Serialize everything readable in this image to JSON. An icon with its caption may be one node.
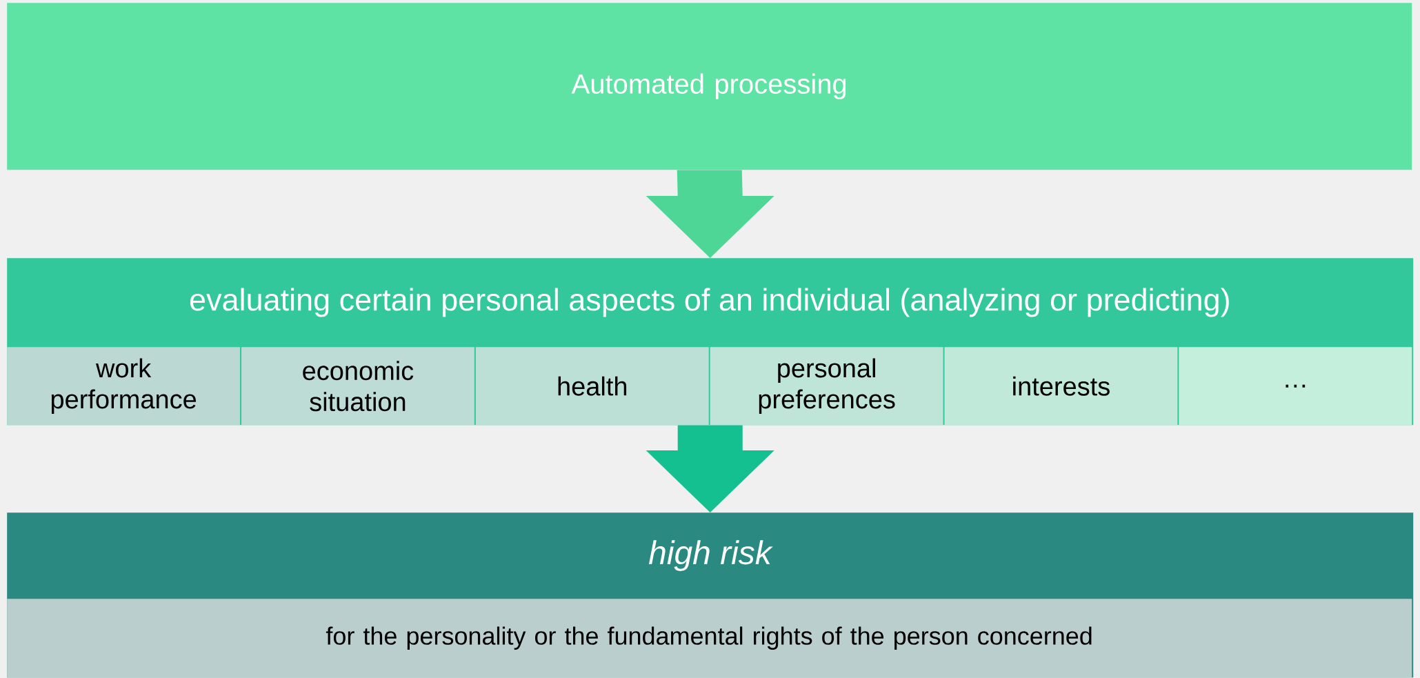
{
  "diagram": {
    "nodes": [
      {
        "text": [
          "Automated processing"
        ]
      },
      {
        "text": [
          "evaluating certain personal aspects of an individual (analyzing or predicting)"
        ]
      },
      {
        "text": [
          "work performance"
        ],
        "in": 1
      },
      {
        "text": [
          "economic situation"
        ],
        "in": 1
      },
      {
        "text": [
          "health"
        ],
        "in": 1
      },
      {
        "text": [
          "personal preferences"
        ],
        "in": 1
      },
      {
        "text": [
          "interests"
        ],
        "in": 1
      },
      {
        "text": [
          "…"
        ],
        "in": 1
      },
      {
        "text": [
          "high risk"
        ]
      },
      {
        "text": [
          "for the personality or the fundamental rights of the person concerned"
        ],
        "in": 8
      }
    ],
    "edges": [
      {
        "from": 0,
        "to": 1,
        "arrow": "to"
      },
      {
        "from": 1,
        "to": 8,
        "arrow": "to",
        "color": "#14c090"
      }
    ]
  }
}
